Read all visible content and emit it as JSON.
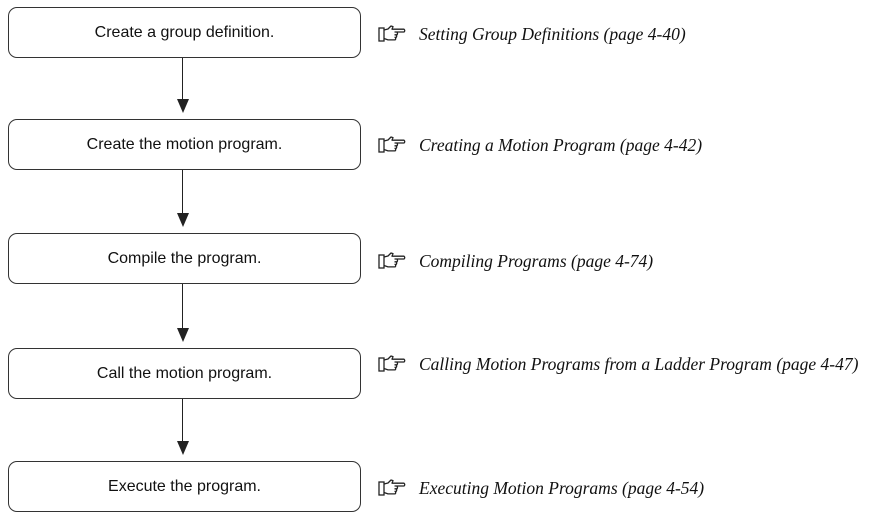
{
  "steps": [
    {
      "label": "Create a group definition.",
      "reference": "Setting Group Definitions (page 4-40)"
    },
    {
      "label": "Create the motion program.",
      "reference": "Creating a Motion Program (page 4-42)"
    },
    {
      "label": "Compile the program.",
      "reference": "Compiling Programs (page 4-74)"
    },
    {
      "label": "Call the motion program.",
      "reference": "Calling Motion Programs from a Ladder Program (page 4-47)"
    },
    {
      "label": "Execute the program.",
      "reference": "Executing Motion Programs (page 4-54)"
    }
  ],
  "icons": {
    "reference": "pointing-hand-icon"
  }
}
